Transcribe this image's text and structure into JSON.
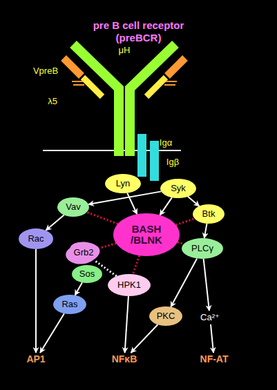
{
  "diagram": {
    "title": "pre B cell receptor (preBCR)",
    "nodes": [
      {
        "text": [
          "Lyn"
        ]
      },
      {
        "text": [
          "Syk"
        ]
      },
      {
        "text": [
          "Vav"
        ]
      },
      {
        "text": [
          "BASH /BLNK"
        ]
      },
      {
        "text": [
          "Btk"
        ]
      },
      {
        "text": [
          "Rac"
        ]
      },
      {
        "text": [
          "Grb2"
        ]
      },
      {
        "text": [
          "Sos"
        ]
      },
      {
        "text": [
          "HPK1"
        ]
      },
      {
        "text": [
          "PLCγ"
        ]
      },
      {
        "text": [
          "Ras"
        ]
      },
      {
        "text": [
          "PKC"
        ]
      },
      {
        "text": [
          "Ca²⁺"
        ]
      },
      {
        "text": [
          "AP1"
        ]
      },
      {
        "text": [
          "NFκB"
        ]
      },
      {
        "text": [
          "NF-AT"
        ]
      }
    ],
    "edges": [
      {
        "from": 0,
        "to": 3,
        "arrow": "to"
      },
      {
        "from": 1,
        "to": 3,
        "arrow": "to"
      },
      {
        "from": 1,
        "to": 2,
        "arrow": "to"
      },
      {
        "from": 1,
        "to": 4,
        "arrow": "to"
      },
      {
        "from": 2,
        "to": 5,
        "arrow": "to"
      },
      {
        "from": 5,
        "to": 13,
        "arrow": "to"
      },
      {
        "from": 3,
        "to": 2,
        "arrow": "none"
      },
      {
        "from": 3,
        "to": 6,
        "arrow": "none"
      },
      {
        "from": 3,
        "to": 8,
        "arrow": "none"
      },
      {
        "from": 3,
        "to": 4,
        "arrow": "none"
      },
      {
        "from": 3,
        "to": 9,
        "arrow": "none"
      },
      {
        "from": 6,
        "to": 8,
        "arrow": "none"
      },
      {
        "from": 7,
        "to": 10,
        "arrow": "to"
      },
      {
        "from": 10,
        "to": 13,
        "arrow": "to"
      },
      {
        "from": 8,
        "to": 14,
        "arrow": "to"
      },
      {
        "from": 4,
        "to": 9,
        "arrow": "to"
      },
      {
        "from": 9,
        "to": 11,
        "arrow": "to"
      },
      {
        "from": 9,
        "to": 12,
        "arrow": "to"
      },
      {
        "from": 11,
        "to": 14,
        "arrow": "to"
      },
      {
        "from": 12,
        "to": 15,
        "arrow": "to"
      }
    ],
    "labels": [
      "VpreB",
      "λ5",
      "μH",
      "Igα",
      "Igβ"
    ]
  }
}
